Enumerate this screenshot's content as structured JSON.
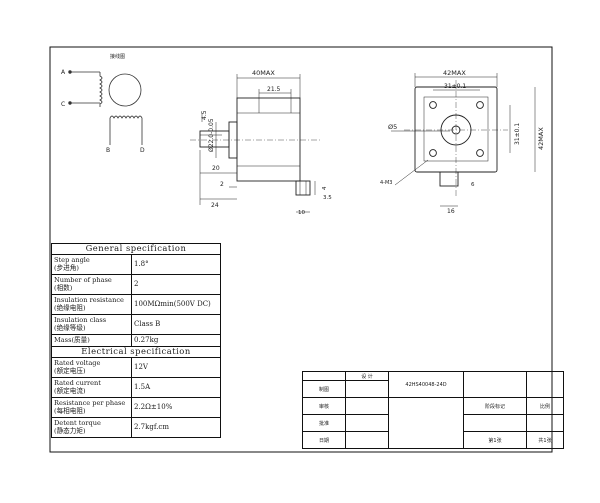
{
  "wiring": {
    "title": "接线图",
    "wire_a": "A",
    "wire_c": "C",
    "wire_b": "B",
    "wire_d": "D"
  },
  "dimensions": {
    "body_length": "40MAX",
    "shaft_boss": "21.5",
    "flange_thickness": "4.5",
    "boss_dia": "Ø22.0-0.05",
    "shaft_length": "20",
    "flat_length": "2",
    "total_shaft": "24",
    "connector_height": "4",
    "connector_offset": "3.5",
    "connector_width": "10",
    "width_max": "42MAX",
    "hole_spacing": "31±0.1",
    "height_max": "42MAX",
    "shaft_dia": "Ø5",
    "thread": "4-M3",
    "side_6": "6",
    "side_16": "16"
  },
  "spec": {
    "general_title": "General specification",
    "electrical_title": "Electrical specification",
    "rows_general": [
      {
        "label_en": "Step angle",
        "label_cn": "(步进角)",
        "value": "1.8°"
      },
      {
        "label_en": "Number of phase",
        "label_cn": "(相数)",
        "value": "2"
      },
      {
        "label_en": "Insulation resistance",
        "label_cn": "(绝缘电阻)",
        "value": "100MΩmin(500V DC)"
      },
      {
        "label_en": "Insulation class",
        "label_cn": "(绝缘等级)",
        "value": "Class B"
      },
      {
        "label_en": "Mass(质量)",
        "label_cn": "",
        "value": "0.27kg"
      }
    ],
    "rows_electrical": [
      {
        "label_en": "Rated voltage",
        "label_cn": "(额定电压)",
        "value": "12V"
      },
      {
        "label_en": "Rated current",
        "label_cn": "(额定电流)",
        "value": "1.5A"
      },
      {
        "label_en": "Resistance per phase",
        "label_cn": "(每相电阻)",
        "value": "2.2Ω±10%"
      },
      {
        "label_en": "Detent torque",
        "label_cn": "(静态力矩)",
        "value": "2.7kgf.cm"
      }
    ]
  },
  "title_block": {
    "header": "设 计",
    "model": "42HS40048-24D",
    "r1c1": "制图",
    "r2c1": "审核",
    "r3c1": "批准",
    "r4c1": "日期",
    "mark_label": "阶段标记",
    "scale_label": "比例",
    "sheet_label": "第1张",
    "total_label": "共1张"
  }
}
